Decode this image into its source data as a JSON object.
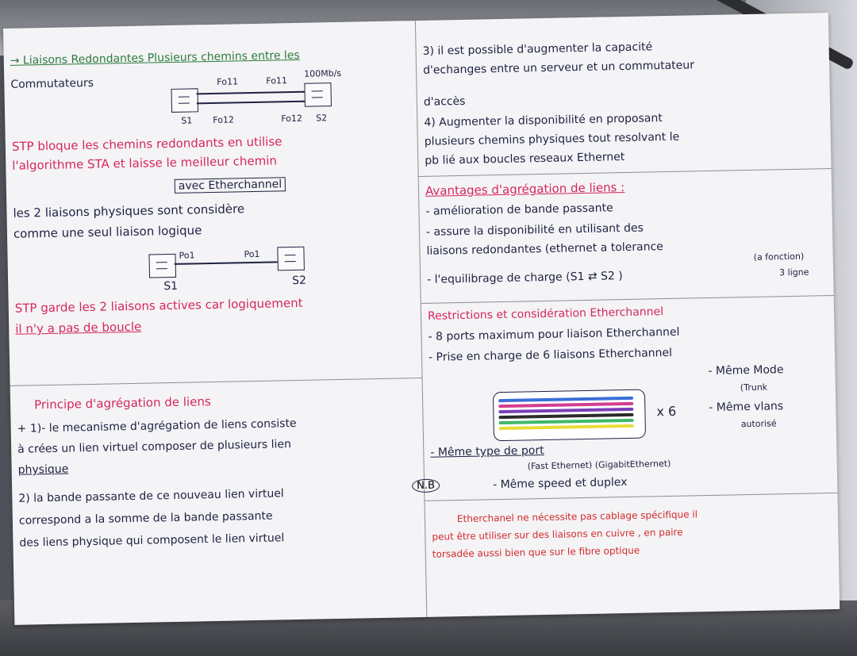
{
  "left": {
    "line1": "→ Liaisons Redondantes Plusieurs chemins entre les",
    "line2": "Commutateurs",
    "diagram1": {
      "fo11a": "Fo11",
      "fo11b": "Fo11",
      "speed": "100Mb/s",
      "s1": "S1",
      "fo12a": "Fo12",
      "fo12b": "Fo12",
      "s2": "S2"
    },
    "stp1": "STP bloque les chemins redondants en utilise",
    "stp2": "l'algorithme STA et laisse le meilleur chemin",
    "ether_box": "avec Etherchannel",
    "phys1": "les 2 liaisons physiques sont considère",
    "phys2": "comme une seul liaison logique",
    "diagram2": {
      "po1a": "Po1",
      "po1b": "Po1",
      "s1": "S1",
      "s2": "S2"
    },
    "garde1": "STP garde les 2 liaisons actives car logiquement",
    "garde2": "il n'y a pas de boucle",
    "principe": "Principe d'agrégation de liens",
    "p1a": "+ 1)- le mecanisme d'agrégation de liens consiste",
    "p1b": "à crées un lien virtuel composer de plusieurs lien",
    "p1c": "physique",
    "p2a": "2) la bande passante de ce nouveau lien virtuel",
    "p2b": "correspond a la somme de la bande passante",
    "p2c": "des liens physique qui composent le lien virtuel"
  },
  "right": {
    "r1a": "3) il est possible d'augmenter la capacité",
    "r1b": "d'echanges entre un serveur et un commutateur",
    "r1c": "d'accès",
    "r2a": "4) Augmenter la disponibilité en proposant",
    "r2b": "plusieurs chemins physiques tout resolvant le",
    "r2c": "pb lié aux boucles reseaux Ethernet",
    "adv_title": "Avantages d'agrégation de liens :",
    "adv1": "- amélioration de bande passante",
    "adv2": "- assure la disponibilité en utilisant des",
    "adv3": "liaisons redondantes (ethernet a tolerance",
    "adv3b": "(a fonction)",
    "adv4": "- l'equilibrage de charge (S1 ⇄ S2 )",
    "adv4b": "3 ligne",
    "restr_title": "Restrictions et considération Etherchannel",
    "restr1": "- 8 ports maximum pour liaison Etherchannel",
    "restr2": "- Prise en charge de 6 liaisons Etherchannel",
    "x6": "x 6",
    "meme_mode": "- Même Mode",
    "trunk": "(Trunk",
    "meme_vlans": "- Même vlans",
    "autorise": "autorisé",
    "meme_type": "- Même type de port",
    "port_types": "(Fast Ethernet) (GigabitEthernet)",
    "meme_speed": "- Même speed et duplex",
    "nb": "N.B",
    "nb1": "Etherchanel ne nécessite pas cablage spécifique il",
    "nb2": "peut être utiliser sur des liaisons en cuivre , en paire",
    "nb3": "torsadée aussi bien que sur le fibre optique"
  },
  "colors": {
    "ink": "#1d2240",
    "pink": "#d5265e",
    "green": "#2c7c3a",
    "red": "#d22b2b"
  }
}
